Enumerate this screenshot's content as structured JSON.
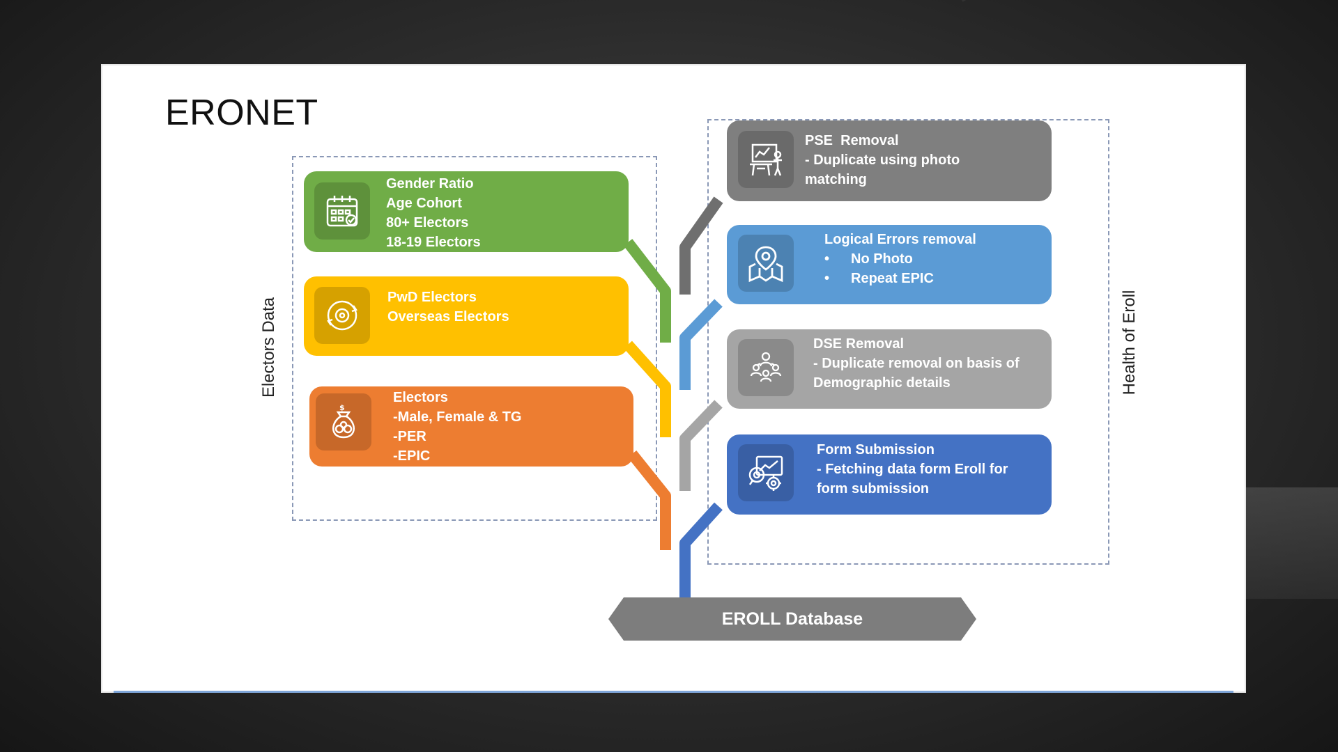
{
  "slide": {
    "title": "ERONET",
    "left_group_label": "Electors Data",
    "right_group_label": "Health of Eroll",
    "database_label": "EROLL Database"
  },
  "left_cards": [
    {
      "color": "#70ad47",
      "icon": "calendar-icon",
      "lines": [
        "Gender Ratio",
        "Age Cohort",
        "80+ Electors",
        "18-19 Electors"
      ]
    },
    {
      "color": "#ffc000",
      "icon": "refresh-cycle-icon",
      "lines": [
        "PwD Electors",
        "Overseas Electors"
      ]
    },
    {
      "color": "#ed7d31",
      "icon": "money-bag-icon",
      "lines": [
        "Electors",
        "-Male, Female & TG",
        "-PER",
        "-EPIC"
      ]
    }
  ],
  "right_cards": [
    {
      "color": "#7f7f7f",
      "icon": "presentation-icon",
      "lines": [
        "PSE  Removal",
        "- Duplicate using photo",
        "matching"
      ]
    },
    {
      "color": "#5b9bd5",
      "icon": "map-pin-icon",
      "heading": "Logical Errors removal",
      "bullets": [
        "No Photo",
        "Repeat EPIC"
      ]
    },
    {
      "color": "#a5a5a5",
      "icon": "people-network-icon",
      "lines": [
        "DSE Removal",
        "- Duplicate removal on basis of",
        "Demographic details"
      ]
    },
    {
      "color": "#4472c4",
      "icon": "analytics-gear-icon",
      "lines": [
        "Form Submission",
        "- Fetching data form Eroll for",
        "form submission"
      ]
    }
  ]
}
